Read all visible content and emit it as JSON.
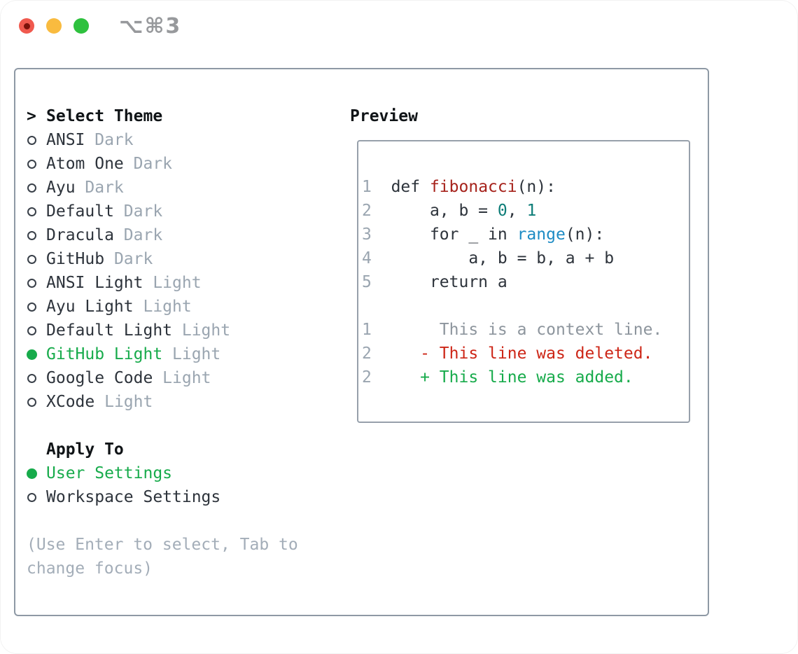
{
  "window": {
    "title": "⌥⌘3",
    "traffic_lights": [
      "close",
      "minimize",
      "zoom"
    ]
  },
  "theme_picker": {
    "header": "Select Theme",
    "prompt": ">",
    "items": [
      {
        "label": "ANSI",
        "variant": "Dark",
        "selected": false
      },
      {
        "label": "Atom One",
        "variant": "Dark",
        "selected": false
      },
      {
        "label": "Ayu",
        "variant": "Dark",
        "selected": false
      },
      {
        "label": "Default",
        "variant": "Dark",
        "selected": false
      },
      {
        "label": "Dracula",
        "variant": "Dark",
        "selected": false
      },
      {
        "label": "GitHub",
        "variant": "Dark",
        "selected": false
      },
      {
        "label": "ANSI Light",
        "variant": "Light",
        "selected": false
      },
      {
        "label": "Ayu Light",
        "variant": "Light",
        "selected": false
      },
      {
        "label": "Default Light",
        "variant": "Light",
        "selected": false
      },
      {
        "label": "GitHub Light",
        "variant": "Light",
        "selected": true
      },
      {
        "label": "Google Code",
        "variant": "Light",
        "selected": false
      },
      {
        "label": "XCode",
        "variant": "Light",
        "selected": false
      }
    ],
    "apply_to": {
      "header": "Apply To",
      "options": [
        {
          "label": "User Settings",
          "selected": true
        },
        {
          "label": "Workspace Settings",
          "selected": false
        }
      ]
    },
    "hint_lines": [
      "(Use Enter to select, Tab to",
      "change focus)"
    ]
  },
  "preview": {
    "header": "Preview",
    "lines": [
      {
        "num": "1",
        "tokens": [
          {
            "c": "code",
            "t": "def "
          },
          {
            "c": "func",
            "t": "fibonacci"
          },
          {
            "c": "code",
            "t": "(n):"
          }
        ]
      },
      {
        "num": "2",
        "tokens": [
          {
            "c": "code",
            "t": "    a, b = "
          },
          {
            "c": "num",
            "t": "0"
          },
          {
            "c": "code",
            "t": ", "
          },
          {
            "c": "num",
            "t": "1"
          }
        ]
      },
      {
        "num": "3",
        "tokens": [
          {
            "c": "code",
            "t": "    for _ in "
          },
          {
            "c": "call",
            "t": "range"
          },
          {
            "c": "code",
            "t": "(n):"
          }
        ]
      },
      {
        "num": "4",
        "tokens": [
          {
            "c": "code",
            "t": "        a, b = b, a + b"
          }
        ]
      },
      {
        "num": "5",
        "tokens": [
          {
            "c": "code",
            "t": "    return a"
          }
        ]
      },
      {
        "num": "",
        "tokens": []
      },
      {
        "num": "1",
        "tokens": [
          {
            "c": "context",
            "t": "     This is a context line."
          }
        ]
      },
      {
        "num": "2",
        "tokens": [
          {
            "c": "deleted",
            "t": "   - This line was deleted."
          }
        ]
      },
      {
        "num": "2",
        "tokens": [
          {
            "c": "added",
            "t": "   + This line was added."
          }
        ]
      }
    ]
  },
  "colors": {
    "accent_green": "#17ab4b",
    "deleted_red": "#cd2617",
    "function_red": "#a6221b",
    "number_teal": "#0e7d78",
    "call_blue": "#1d8bc4",
    "muted_gray": "#9aa5b0",
    "context_gray": "#8d959d",
    "text_dark": "#2d333b",
    "header_black": "#101417",
    "panel_border": "#8e99a5",
    "title_gray": "#97999c"
  }
}
